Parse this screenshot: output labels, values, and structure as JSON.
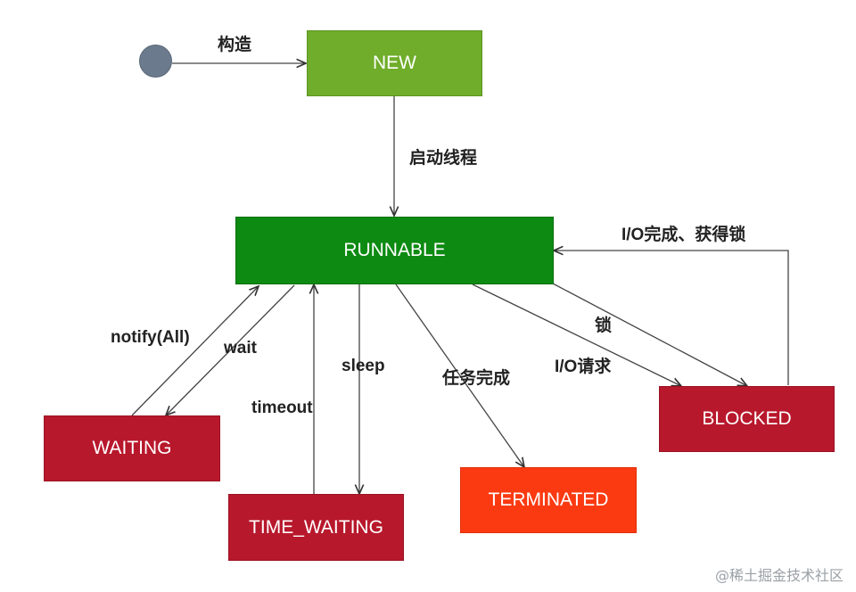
{
  "states": {
    "new": "NEW",
    "runnable": "RUNNABLE",
    "waiting": "WAITING",
    "time_waiting": "TIME_WAITING",
    "terminated": "TERMINATED",
    "blocked": "BLOCKED"
  },
  "transitions": {
    "construct": "构造",
    "start_thread": "启动线程",
    "notify_all": "notify(All)",
    "wait": "wait",
    "sleep": "sleep",
    "timeout": "timeout",
    "task_done": "任务完成",
    "lock": "锁",
    "io_request": "I/O请求",
    "io_done_get_lock": "I/O完成、获得锁"
  },
  "watermark": "@稀土掘金技术社区",
  "colors": {
    "new": "#6fad2a",
    "runnable": "#0d8a12",
    "waiting": "#b8182c",
    "time_waiting": "#b8182c",
    "blocked": "#b8182c",
    "terminated": "#fb3a12",
    "start_node": "#6b7a8c"
  }
}
